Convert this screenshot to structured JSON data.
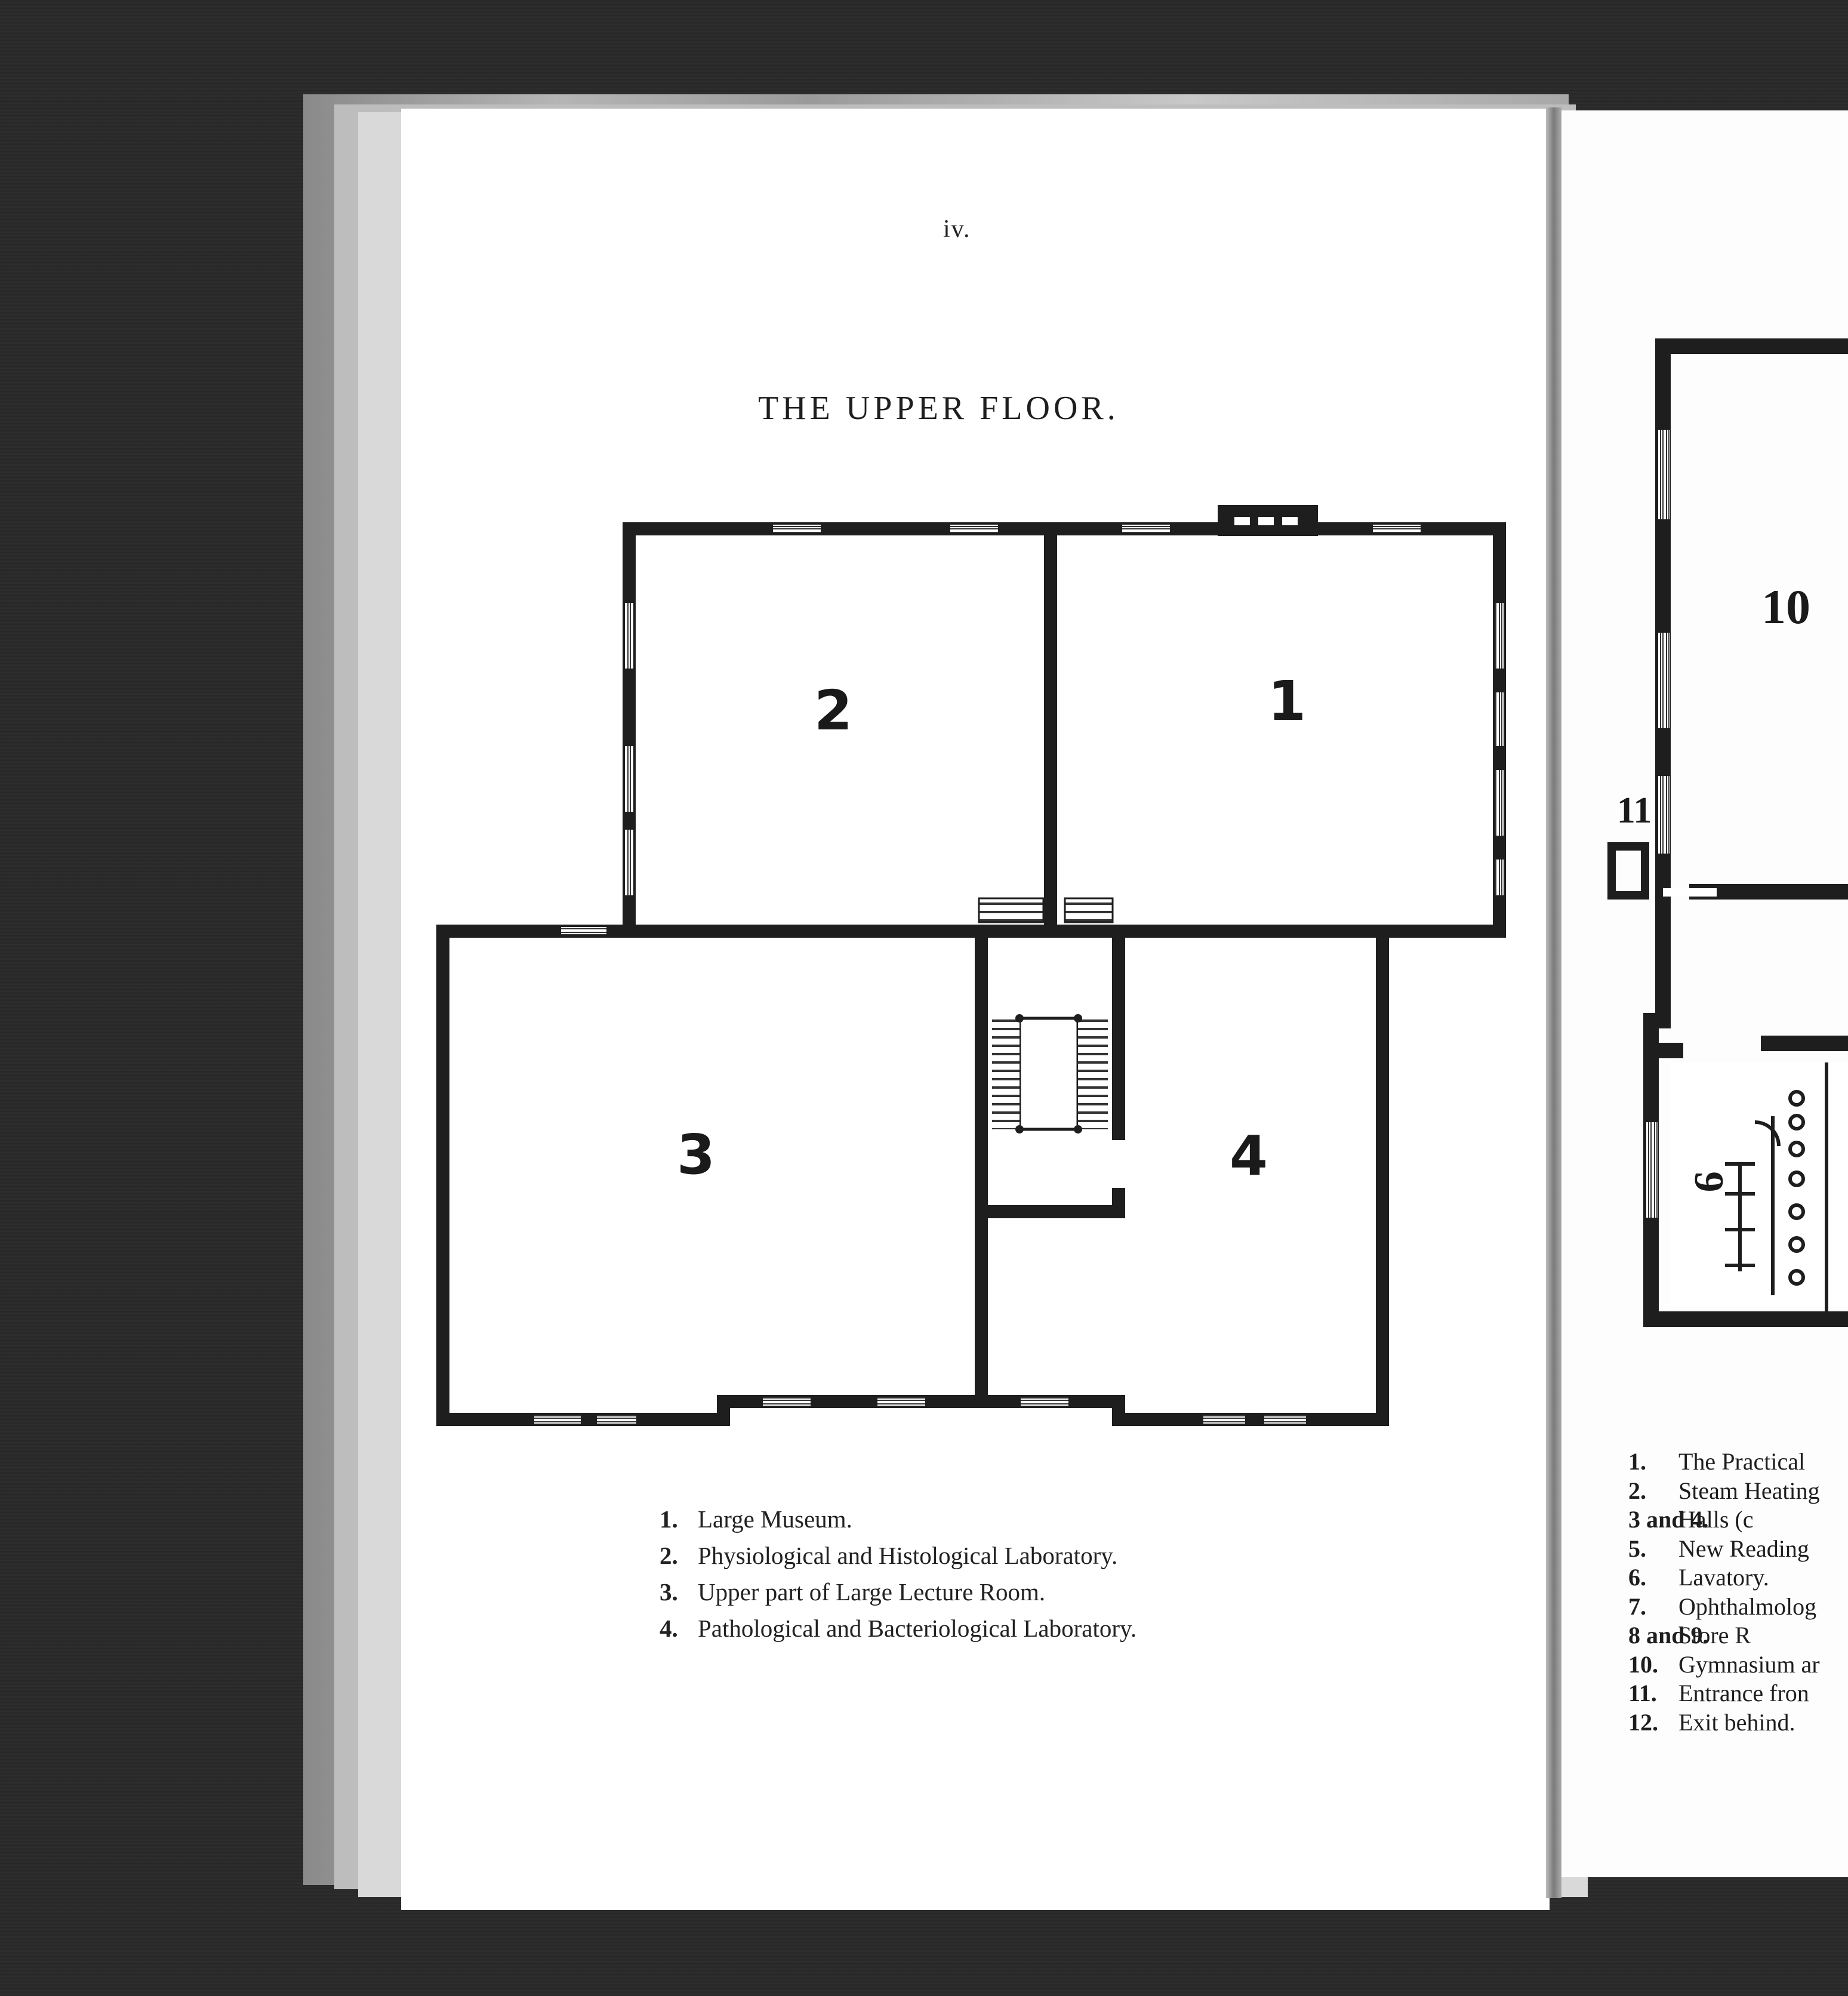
{
  "page": {
    "page_number": "iv.",
    "title": "THE UPPER FLOOR."
  },
  "plan_left": {
    "rooms": [
      {
        "label": "2"
      },
      {
        "label": "1"
      },
      {
        "label": "3"
      },
      {
        "label": "4"
      }
    ]
  },
  "legend_left": [
    {
      "num": "1.",
      "text": "Large Museum."
    },
    {
      "num": "2.",
      "text": "Physiological and Histological Laboratory."
    },
    {
      "num": "3.",
      "text": "Upper part of Large Lecture Room."
    },
    {
      "num": "4.",
      "text": "Pathological and Bacteriological Laboratory."
    }
  ],
  "plan_right": {
    "rooms": [
      {
        "label": "10"
      },
      {
        "label": "11"
      },
      {
        "label": "9"
      }
    ]
  },
  "legend_right": [
    {
      "num": "1.",
      "text": "The Practical"
    },
    {
      "num": "2.",
      "text": "Steam Heating"
    },
    {
      "num": "3 and 4.",
      "text": "Halls (c"
    },
    {
      "num": "5.",
      "text": "New Reading"
    },
    {
      "num": "6.",
      "text": "Lavatory."
    },
    {
      "num": "7.",
      "text": "Ophthalmolog"
    },
    {
      "num": "8 and 9.",
      "text": "Store R"
    },
    {
      "num": "10.",
      "text": "Gymnasium ar"
    },
    {
      "num": "11.",
      "text": "Entrance fron"
    },
    {
      "num": "12.",
      "text": "Exit behind."
    }
  ]
}
